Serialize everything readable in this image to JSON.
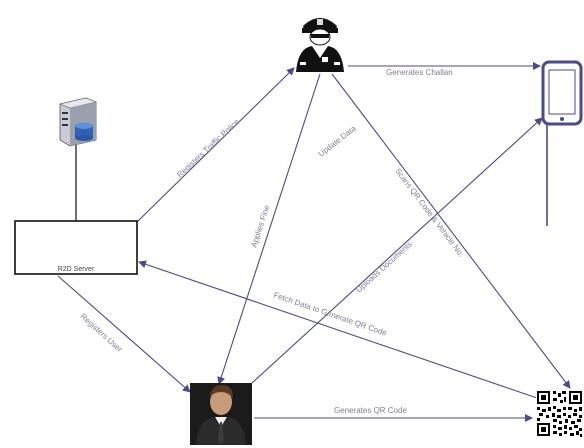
{
  "nodes": {
    "police": {
      "icon": "police-officer-icon"
    },
    "mobile": {
      "icon": "mobile-phone-icon"
    },
    "database": {
      "icon": "database-server-icon"
    },
    "server": {
      "label": "R2D Server"
    },
    "user": {
      "icon": "user-businessman-icon"
    },
    "qr": {
      "icon": "qr-code-icon"
    }
  },
  "edges": {
    "generates_challan": "Generates Challan",
    "registers_traffic_police": "Registers Traffic Police",
    "update_data": "Update Data",
    "applies_fine": "Applies Fine",
    "scans_qr": "Scans QR Code & Vehicle No.",
    "uploads_documents": "Uploads Documents",
    "fetch_data": "Fetch Data to Generate QR Code",
    "registers_user": "Registers User",
    "generates_qr": "Generates QR Code"
  },
  "colors": {
    "edge": "#4a4a8c",
    "label": "#7f7f8f"
  }
}
